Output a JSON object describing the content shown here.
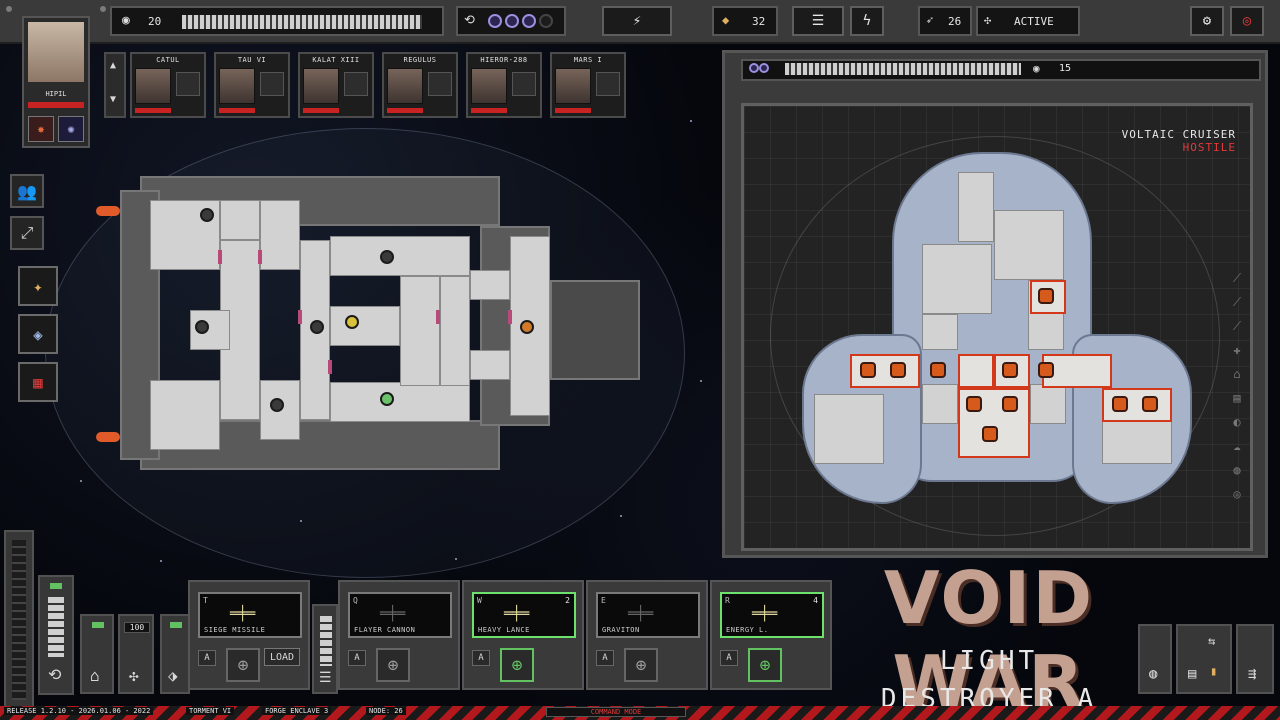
{
  "topbar": {
    "hull_value": "20",
    "scrap_value": "32",
    "missiles_value": "26",
    "status_label": "ACTIVE",
    "shield_pips_on": 3,
    "shield_pips_total": 4,
    "icons": [
      "hull-icon",
      "shield-icon",
      "power-icon",
      "scrap-icon",
      "crew-speed-icon",
      "lightning-icon",
      "missile-icon",
      "drone-icon",
      "settings-icon",
      "target-icon"
    ]
  },
  "captain": {
    "name": "HIPIL"
  },
  "crew": [
    {
      "name": "CATUL"
    },
    {
      "name": "TAU VI"
    },
    {
      "name": "KALAT XIII"
    },
    {
      "name": "REGULUS"
    },
    {
      "name": "HIEROR-288"
    },
    {
      "name": "MARS I"
    }
  ],
  "enemy": {
    "shield_value": "15",
    "ship_class": "VOLTAIC CRUISER",
    "stance": "HOSTILE"
  },
  "power": {
    "reserve_value": "100"
  },
  "weapons": [
    {
      "key": "T",
      "name": "SIEGE MISSILE",
      "power": "",
      "state": "loaded",
      "extra": "LOAD"
    },
    {
      "key": "Q",
      "name": "FLAYER CANNON",
      "power": "",
      "state": "offline",
      "extra": ""
    },
    {
      "key": "W",
      "name": "HEAVY LANCE",
      "power": "2",
      "state": "ready",
      "extra": ""
    },
    {
      "key": "E",
      "name": "GRAVITON",
      "power": "",
      "state": "offline",
      "extra": ""
    },
    {
      "key": "R",
      "name": "ENERGY L.",
      "power": "4",
      "state": "ready",
      "extra": ""
    }
  ],
  "weapon_fire_key": "A",
  "logo": {
    "title": "VOID WAR",
    "line1": "LIGHT",
    "line2": "DESTROYER A"
  },
  "status": {
    "release": "RELEASE 1.2.10 - 2026.01.06 - 2022",
    "sector": "TORMENT VI",
    "location": "FORGE ENCLAVE 3",
    "node": "NODE: 26",
    "mode": "COMMAND MODE"
  },
  "colors": {
    "hostile": "#e23a3a",
    "hull_bar": "#cfcfcf",
    "shield": "#9b8fe0",
    "ready": "#62c262",
    "status_stripe": "#b3181c"
  }
}
